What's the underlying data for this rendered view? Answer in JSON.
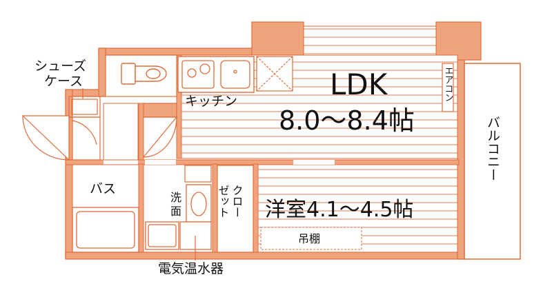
{
  "colors": {
    "wall": "#f0a47d",
    "line": "#e06b38",
    "floor_stripe": "#e58a5e",
    "text": "#111111",
    "background": "#ffffff"
  },
  "labels": {
    "shoe_case_line1": "シューズ",
    "shoe_case_line2": "ケース",
    "kitchen": "キッチン",
    "ldk_name": "LDK",
    "ldk_size": "8.0～8.4帖",
    "aircon": "エアコン",
    "balcony": "バルコニー",
    "bath": "バス",
    "washbasin_char1": "洗",
    "washbasin_char2": "面",
    "closet_col1": "クロー",
    "closet_col2": "ゼット",
    "western_room": "洋室4.1～4.5帖",
    "hanging_shelf": "吊棚",
    "water_heater": "電気温水器"
  },
  "icons": {
    "toilet": "toilet-icon",
    "stove": "stove-icon",
    "sink": "sink-icon",
    "washbasin": "washbasin-icon",
    "bathtub": "bathtub-icon",
    "entry_door": "door-swing-icon"
  }
}
